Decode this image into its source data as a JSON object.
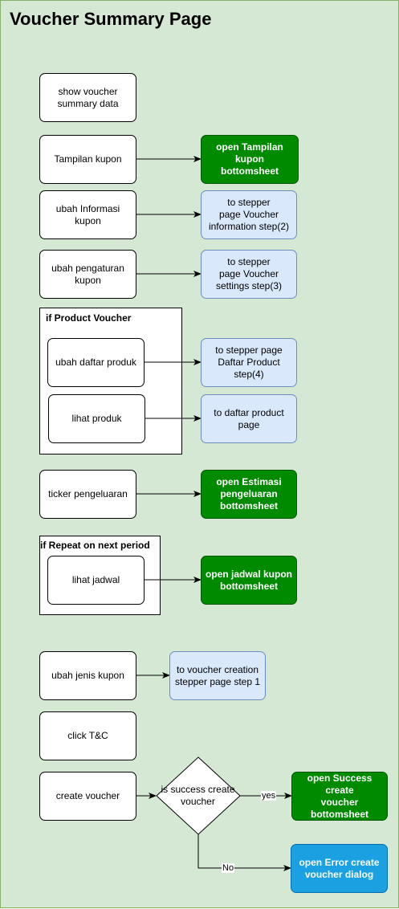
{
  "page": {
    "title": "Voucher Summary Page"
  },
  "groups": {
    "product_voucher": "if Product Voucher",
    "repeat_period": "if Repeat on next period"
  },
  "actions": {
    "show_summary": "show voucher\nsummary data",
    "tampilan_kupon": "Tampilan kupon",
    "ubah_informasi": "ubah Informasi kupon",
    "ubah_pengaturan": "ubah pengaturan\nkupon",
    "ubah_daftar_produk": "ubah daftar produk",
    "lihat_produk": "lihat produk",
    "ticker_pengeluaran": "ticker pengeluaran",
    "lihat_jadwal": "lihat jadwal",
    "ubah_jenis_kupon": "ubah jenis kupon",
    "click_tnc": "click T&C",
    "create_voucher": "create voucher"
  },
  "decision": {
    "label": "is success create\nvoucher"
  },
  "outcomes": {
    "open_tampilan": "open Tampilan kupon\nbottomsheet",
    "stepper_info": "to stepper\npage Voucher\ninformation step(2)",
    "stepper_settings": "to stepper\npage Voucher\nsettings step(3)",
    "stepper_daftar": "to stepper page\nDaftar Product\nstep(4)",
    "daftar_product_page": "to daftar product page",
    "open_estimasi": "open Estimasi\npengeluaran\nbottomsheet",
    "open_jadwal": "open jadwal kupon\nbottomsheet",
    "voucher_creation": "to voucher creation\nstepper page step 1",
    "open_success": "open Success create\nvoucher bottomsheet",
    "open_error": "open Error create\nvoucher dialog"
  },
  "edge_labels": {
    "yes": "yes",
    "no": "No"
  },
  "colors": {
    "background": "#d5e8d4",
    "border": "#82b366",
    "green_fill": "#008a00",
    "blue_fill": "#dae8fc",
    "cyan_fill": "#1ba1e2"
  }
}
